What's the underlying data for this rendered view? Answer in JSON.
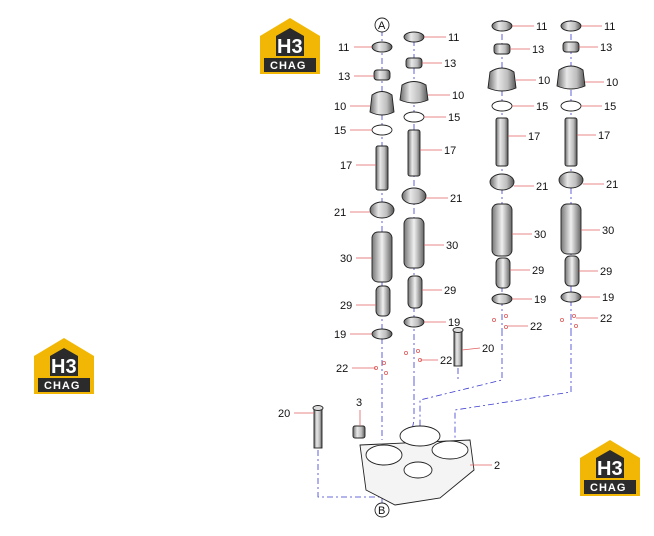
{
  "logo": {
    "mark": "H3",
    "caption": "CHAG"
  },
  "callouts": {
    "A": "A",
    "B": "B"
  },
  "labels": {
    "c1_11": "11",
    "c1_13": "13",
    "c1_10": "10",
    "c1_15": "15",
    "c1_17": "17",
    "c1_21": "21",
    "c1_30": "30",
    "c1_29": "29",
    "c1_19": "19",
    "c1_22": "22",
    "c2_11": "11",
    "c2_13": "13",
    "c2_10": "10",
    "c2_15": "15",
    "c2_17": "17",
    "c2_21": "21",
    "c2_30": "30",
    "c2_29": "29",
    "c2_19": "19",
    "c2_20": "20",
    "c2_22": "22",
    "c3_11": "11",
    "c3_13": "13",
    "c3_10": "10",
    "c3_15": "15",
    "c3_17": "17",
    "c3_21": "21",
    "c3_30": "30",
    "c3_29": "29",
    "c3_19": "19",
    "c3_22": "22",
    "c4_11": "11",
    "c4_13": "13",
    "c4_10": "10",
    "c4_15": "15",
    "c4_17": "17",
    "c4_21": "21",
    "c4_30": "30",
    "c4_29": "29",
    "c4_19": "19",
    "c4_22": "22",
    "bolt_20": "20",
    "plug_3": "3",
    "body_2": "2"
  },
  "colors": {
    "logo_yellow": "#f2b705",
    "logo_dark": "#2b2b2b",
    "leader": "#e06060",
    "center_line": "#3b3bd0",
    "spring_gray": "#9a9a9a"
  }
}
